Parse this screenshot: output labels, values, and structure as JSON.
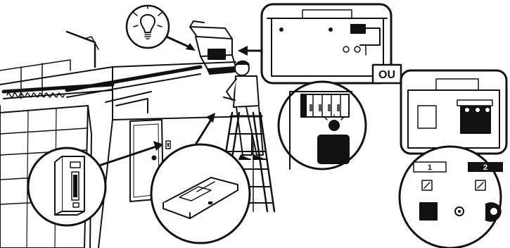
{
  "labels": {
    "or": "OU",
    "terminal_1": "1",
    "terminal_2": "2"
  }
}
